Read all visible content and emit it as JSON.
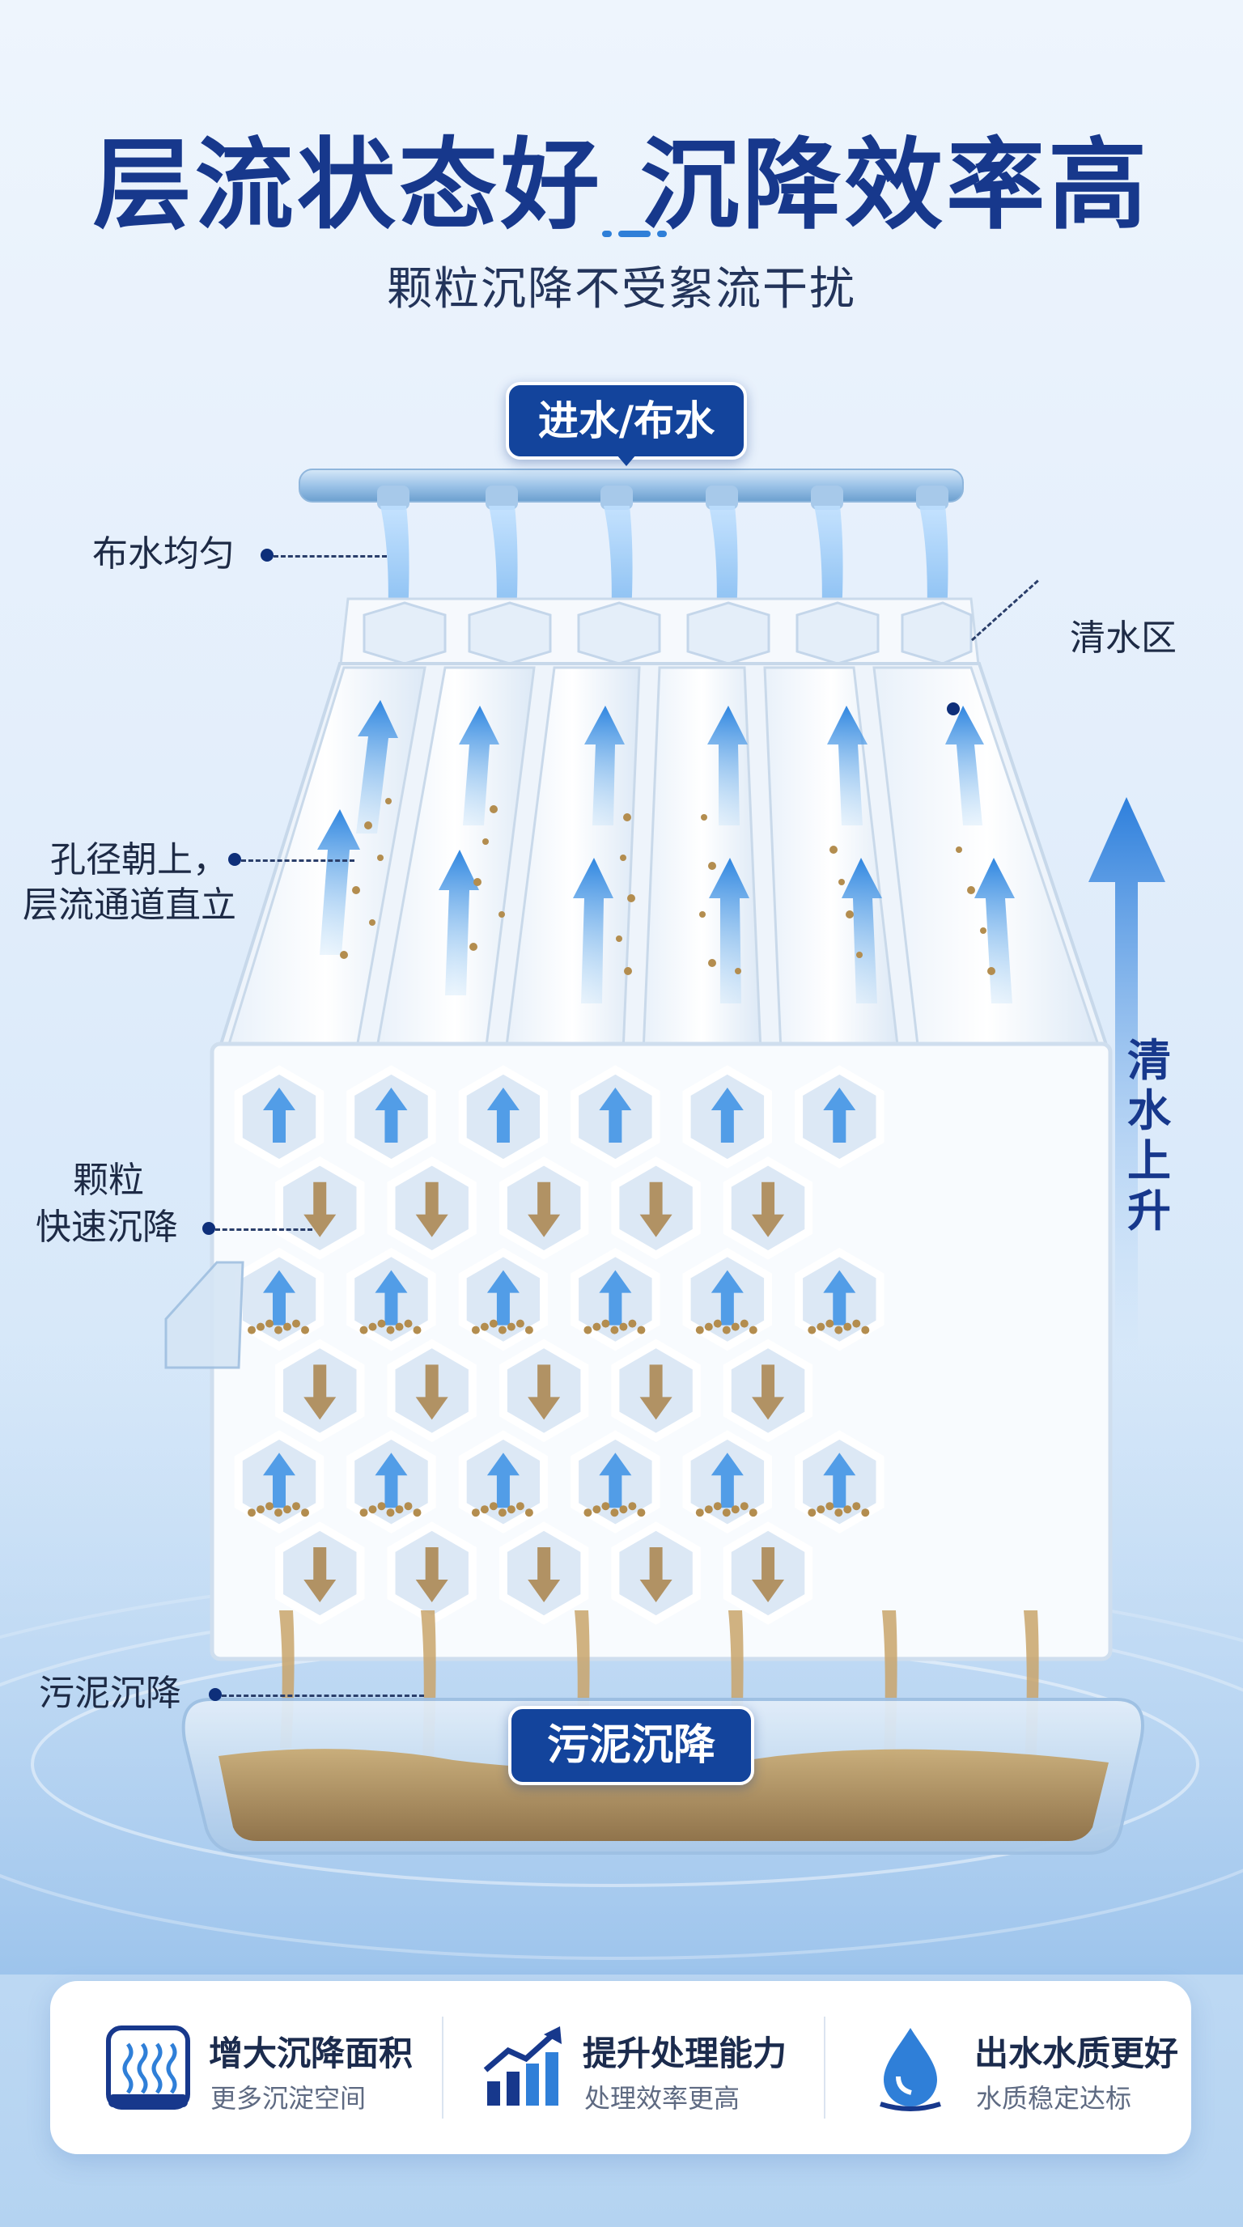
{
  "header": {
    "title": "层流状态好 沉降效率高",
    "subtitle": "颗粒沉降不受絮流干扰"
  },
  "badges": {
    "inlet": "进水/布水",
    "sludge": "污泥沉降"
  },
  "callouts": {
    "even_distribution": "布水均匀",
    "clear_water_zone": "清水区",
    "aperture_up_1": "孔径朝上，",
    "aperture_up_2": "层流通道直立",
    "particles_1": "颗粒",
    "particles_2": "快速沉降",
    "sludge_settle": "污泥沉降"
  },
  "rising_label": [
    "清",
    "水",
    "上",
    "升"
  ],
  "features": [
    {
      "title": "增大沉降面积",
      "subtitle": "更多沉淀空间",
      "icon": "wavy-lines-icon"
    },
    {
      "title": "提升处理能力",
      "subtitle": "处理效率更高",
      "icon": "bar-chart-up-icon"
    },
    {
      "title": "出水水质更好",
      "subtitle": "水质稳定达标",
      "icon": "water-drop-icon"
    }
  ],
  "colors": {
    "title": "#17388c",
    "badge": "#13449c",
    "accent_blue": "#2f7fd8",
    "sediment": "#a8864d"
  }
}
